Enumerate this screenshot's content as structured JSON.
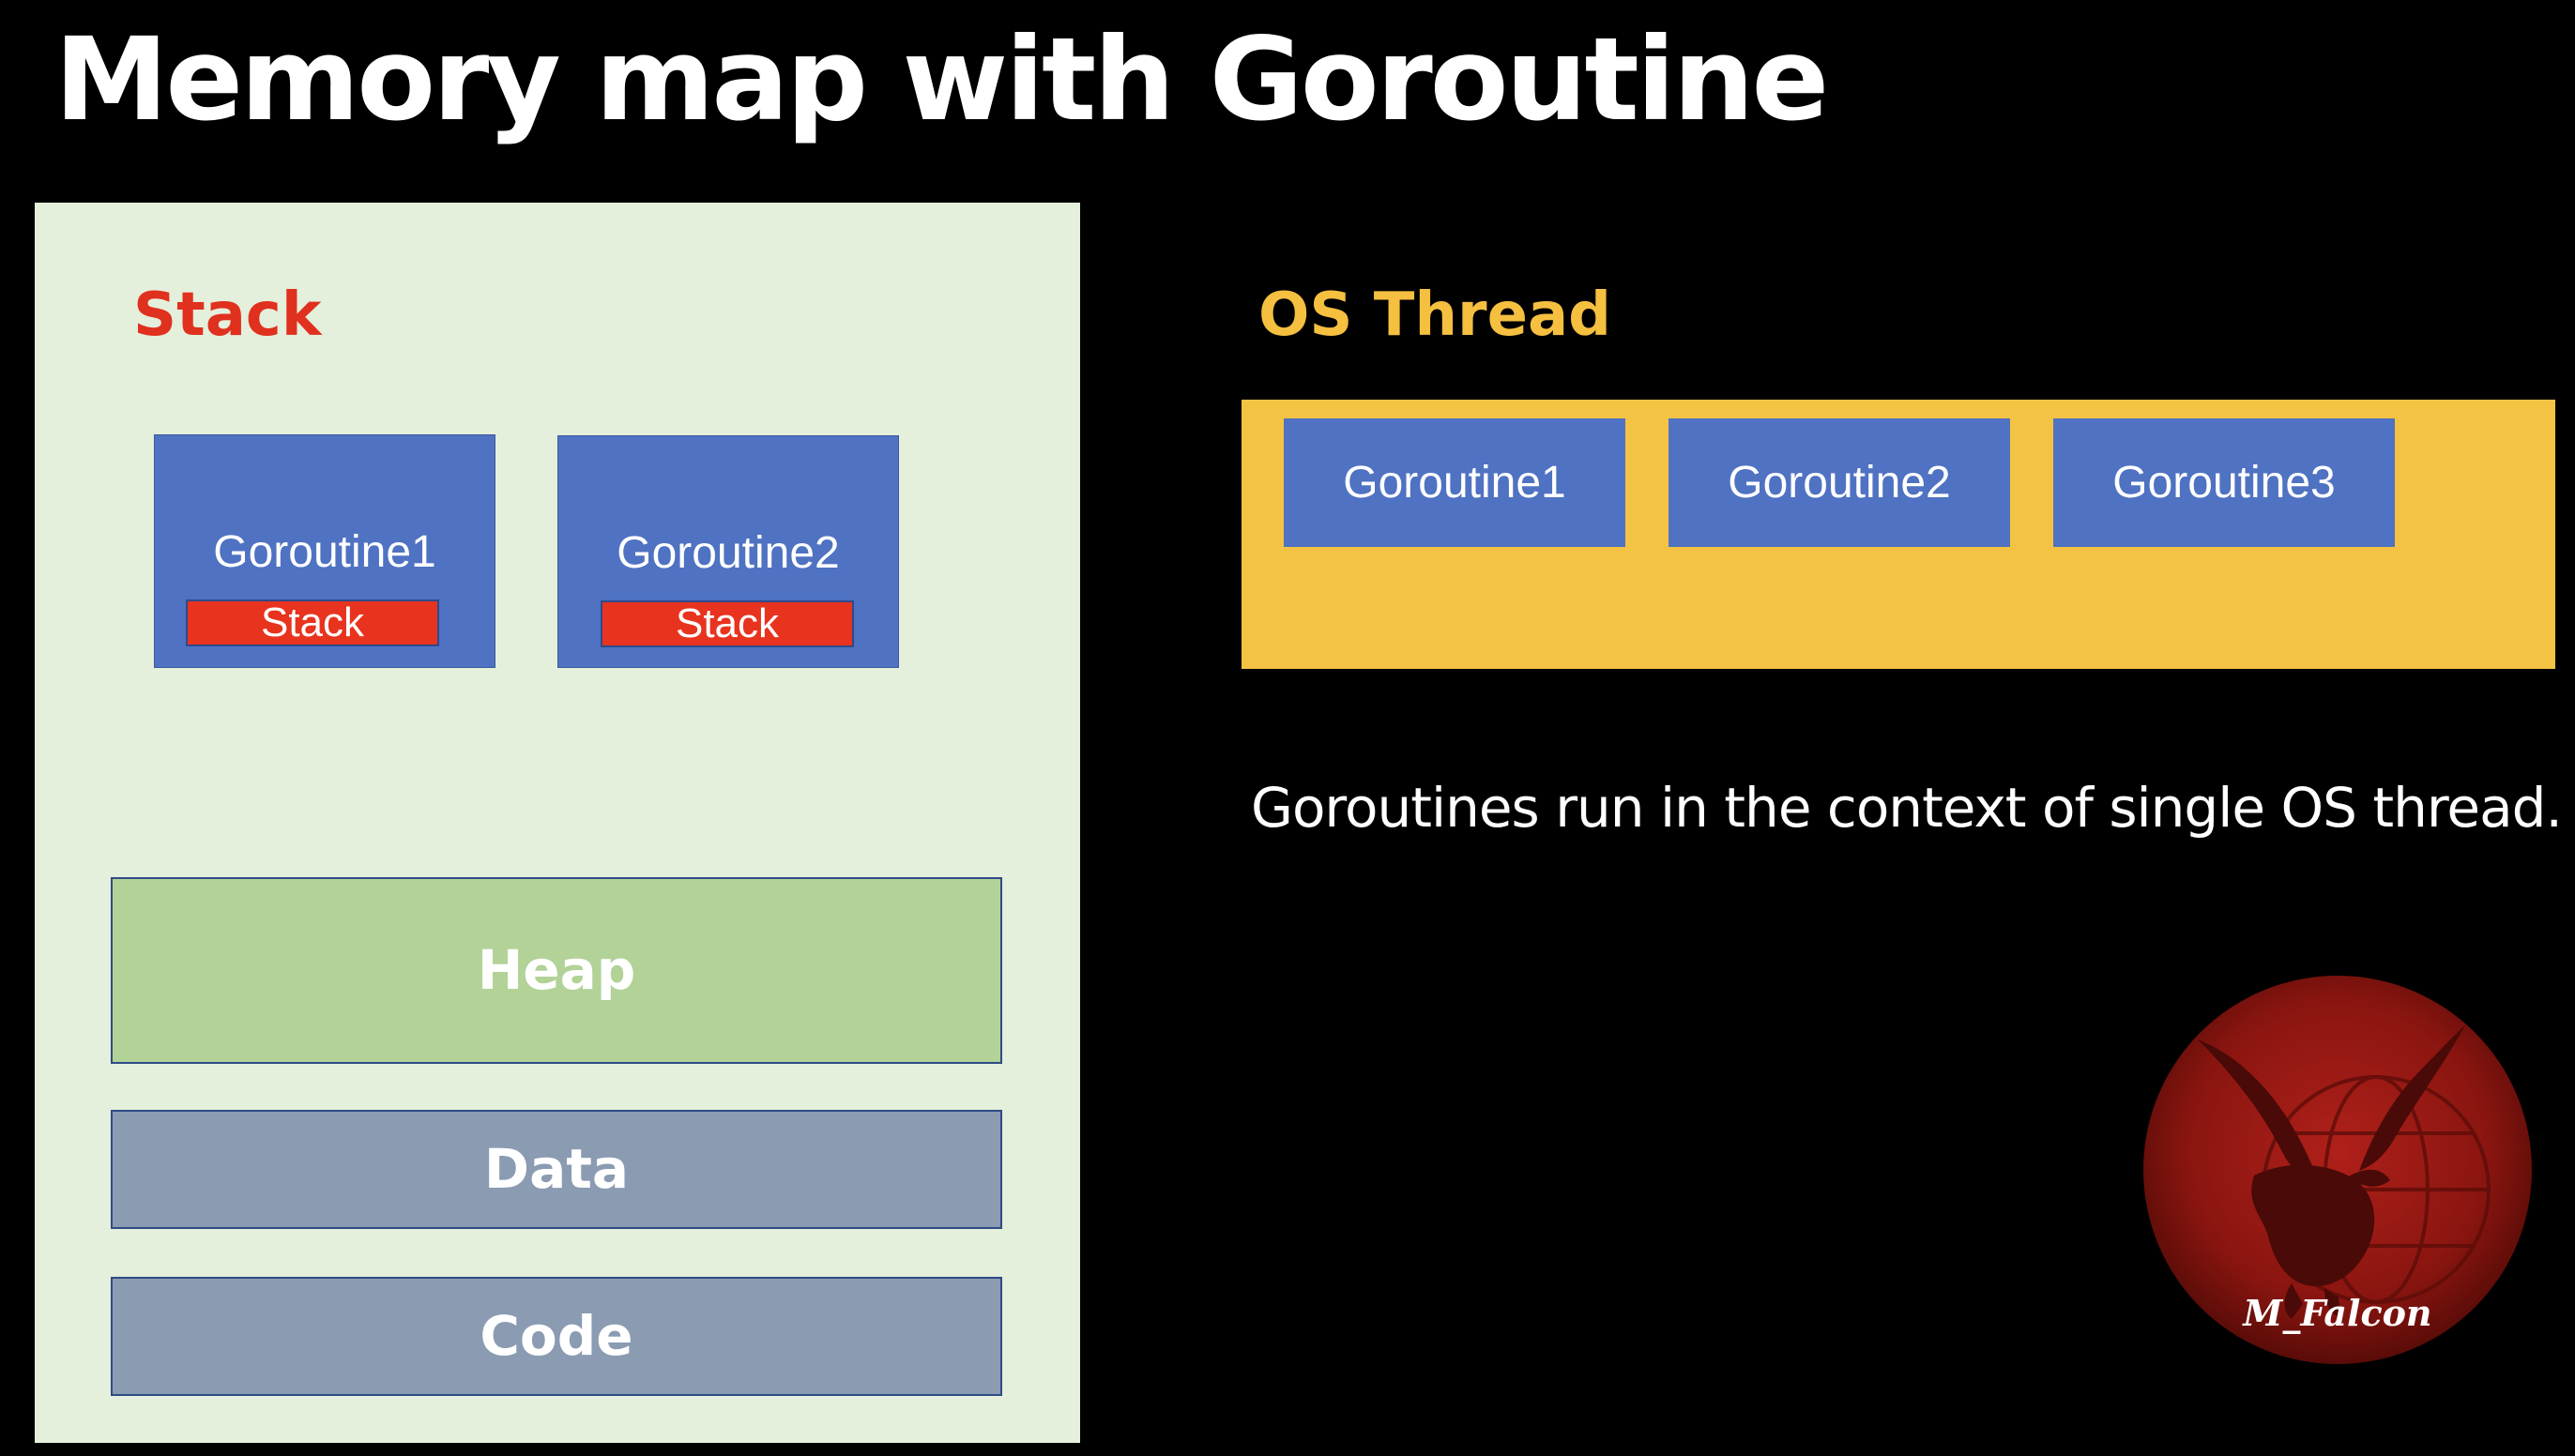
{
  "title": "Memory map with Goroutine",
  "memory": {
    "stack_label": "Stack",
    "goroutines": [
      {
        "name": "Goroutine1",
        "stack": "Stack"
      },
      {
        "name": "Goroutine2",
        "stack": "Stack"
      }
    ],
    "segments": {
      "heap": "Heap",
      "data": "Data",
      "code": "Code"
    }
  },
  "os_thread": {
    "label": "OS Thread",
    "goroutines": [
      "Goroutine1",
      "Goroutine2",
      "Goroutine3"
    ]
  },
  "note": "Goroutines run in the context of single OS thread.",
  "logo": {
    "text": "M_Falcon",
    "icon": "eagle-globe-icon"
  },
  "colors": {
    "background": "#000000",
    "memory_panel": "#e4efdc",
    "stack_label": "#e0301e",
    "goroutine_box": "#4f72c2",
    "stack_chip": "#e8331f",
    "heap": "#b2d298",
    "data_code": "#8a9bb2",
    "os_thread": "#f5c344"
  }
}
